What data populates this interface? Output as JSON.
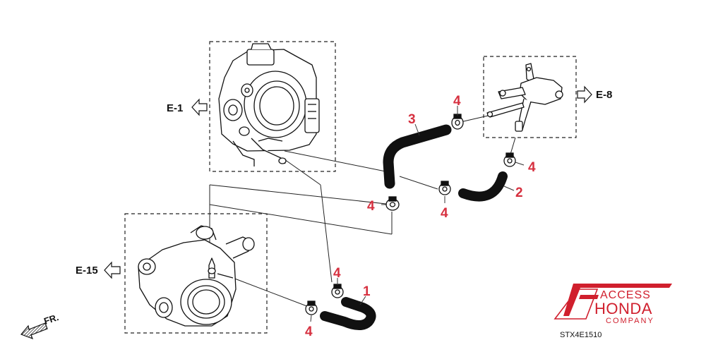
{
  "refs": {
    "e1": "E-1",
    "e8": "E-8",
    "e15": "E-15",
    "front": "FR."
  },
  "callouts": {
    "hose1": "1",
    "hose2": "2",
    "hose3": "3",
    "clamp_a": "4",
    "clamp_b": "4",
    "clamp_c": "4",
    "clamp_d": "4",
    "clamp_e": "4",
    "clamp_f": "4"
  },
  "diagram_code": "STX4E1510",
  "logo": {
    "line1": "ACCESS",
    "line2": "HONDA",
    "line3": "COMPANY",
    "color": "#d01f2d"
  },
  "icons": {
    "reference_arrow": "outline-arrow-icon",
    "front_arrow": "hatched-arrow-icon"
  }
}
